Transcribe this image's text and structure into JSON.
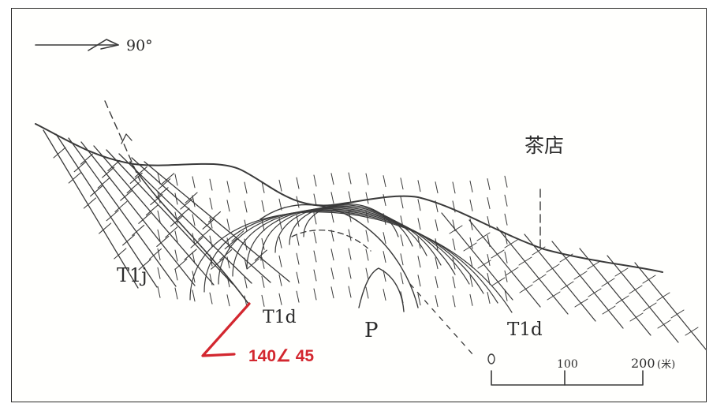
{
  "orientation": {
    "label": "90°",
    "icon": "north-arrow-icon"
  },
  "place_name": "茶店",
  "formations": {
    "left": "T1j",
    "left_center": "T1d",
    "core": "P",
    "right": "T1d"
  },
  "attitude": {
    "label": "140∠ 45",
    "color": "#d3272f"
  },
  "scale_bar": {
    "ticks": [
      "0",
      "100",
      "200"
    ],
    "unit": "(米)"
  },
  "colors": {
    "ink": "#3a3a3a",
    "accent": "#d3272f"
  }
}
